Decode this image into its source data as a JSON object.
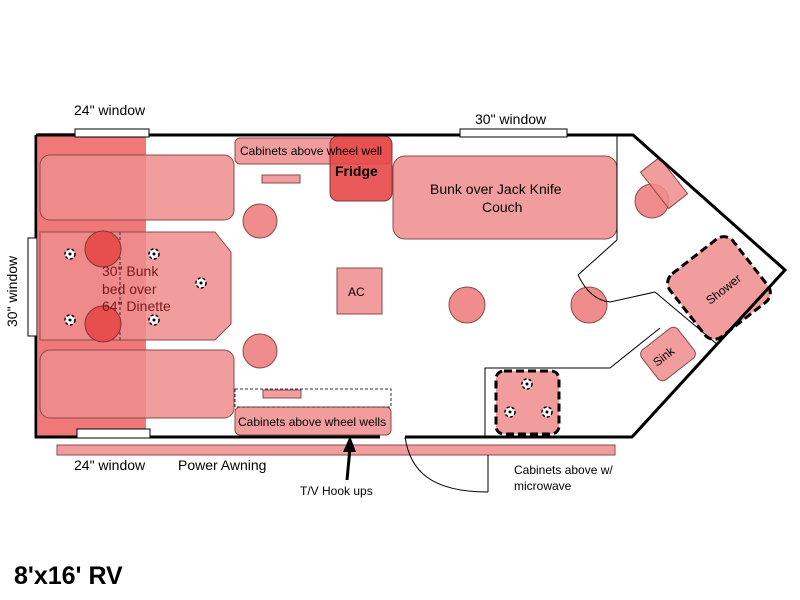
{
  "plan_title": "8'x16' RV",
  "windows": {
    "top_left": "24\" window",
    "top_right": "30\" window",
    "left_end": "30\" window",
    "bottom_left": "24\" window"
  },
  "labels": {
    "cabinets_top": "Cabinets above wheel well",
    "fridge": "Fridge",
    "bunk_couch_line1": "Bunk over Jack Knife",
    "bunk_couch_line2": "Couch",
    "bunk_dinette_line1": "30\" Bunk",
    "bunk_dinette_line2": "bed over",
    "bunk_dinette_line3": "64\" Dinette",
    "ac": "AC",
    "shower": "Shower",
    "sink": "Sink",
    "cabinets_bottom": "Cabinets above wheel wells",
    "power_awning": "Power Awning",
    "tv_hookups": "T/V Hook ups",
    "cabinets_microwave_line1": "Cabinets above w/",
    "cabinets_microwave_line2": "microwave"
  }
}
